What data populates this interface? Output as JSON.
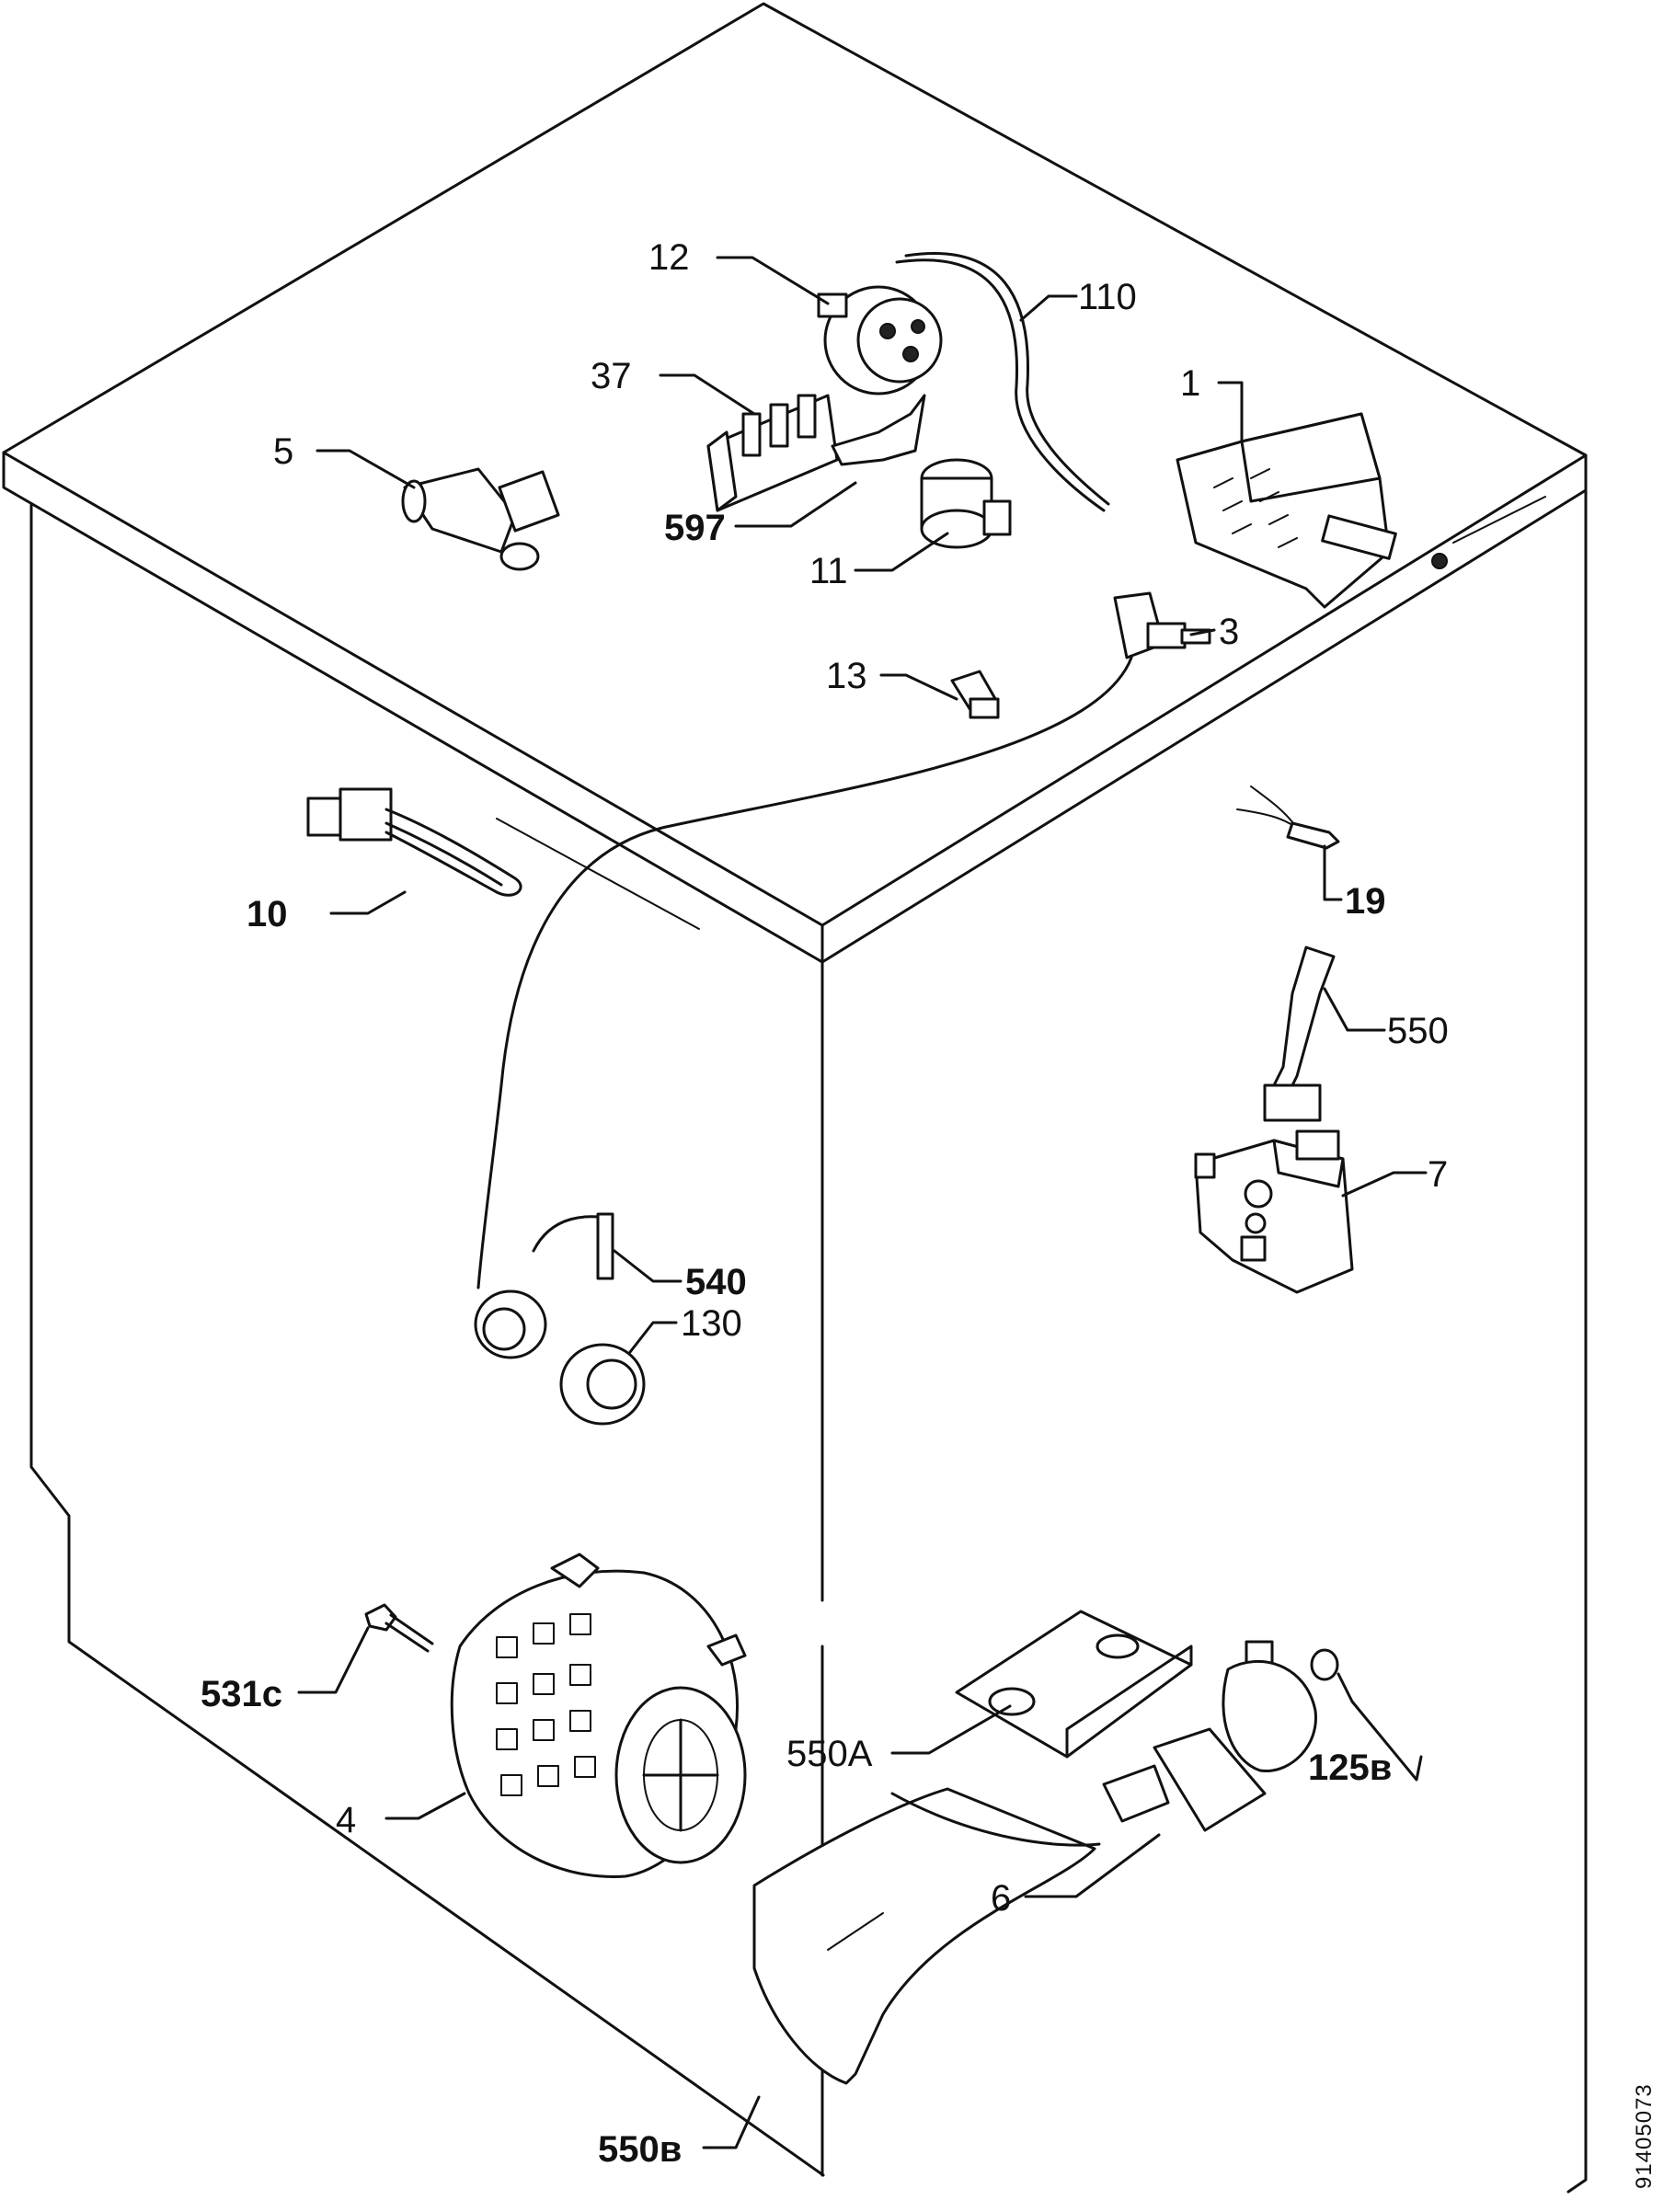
{
  "document_id": "91405073",
  "callouts": {
    "c1": "1",
    "c3": "3",
    "c4": "4",
    "c5": "5",
    "c6": "6",
    "c7": "7",
    "c10": "10",
    "c11": "11",
    "c12": "12",
    "c13": "13",
    "c19": "19",
    "c37": "37",
    "c110": "110",
    "c125b": "125в",
    "c130": "130",
    "c531c": "531c",
    "c540": "540",
    "c550": "550",
    "c550a": "550A",
    "c550b": "550в",
    "c597": "597"
  }
}
